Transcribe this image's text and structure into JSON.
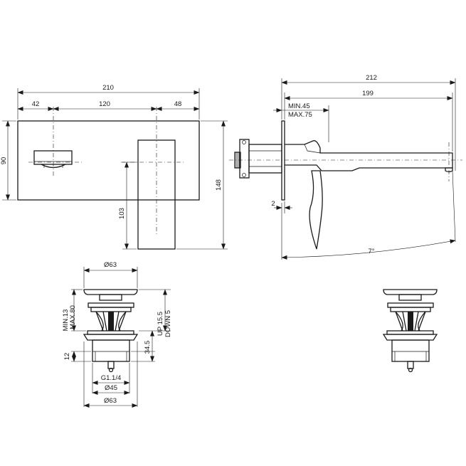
{
  "front_view": {
    "dim_overall_width": "210",
    "dim_left": "42",
    "dim_center": "120",
    "dim_right": "48",
    "dim_plate_height": "90",
    "dim_total_height": "148",
    "dim_handle_drop": "103"
  },
  "side_view": {
    "dim_total_depth": "212",
    "dim_spout_reach": "199",
    "dim_wall_min": "MIN.45",
    "dim_wall_max": "MAX.75",
    "dim_plate_thickness": "2",
    "dim_angle": "7°"
  },
  "drain_view": {
    "dim_cap_diameter_top": "Ø63",
    "dim_stroke_min": "MIN.13",
    "dim_stroke_max": "MAX.80",
    "dim_up": "UP 15.5",
    "dim_down": "DOWN 5",
    "dim_body_height": "34.5",
    "dim_thread_height": "12",
    "dim_thread": "G1.1/4",
    "dim_body_diameter": "Ø45",
    "dim_cap_diameter_bottom": "Ø63"
  }
}
